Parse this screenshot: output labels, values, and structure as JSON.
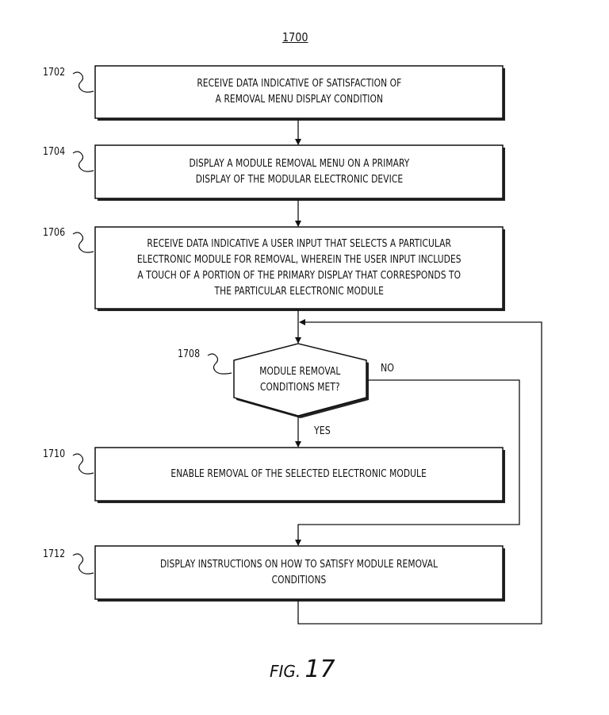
{
  "figure": {
    "number": "1700",
    "caption_prefix": "FIG.",
    "caption_number": "17"
  },
  "steps": {
    "s1702": {
      "ref": "1702",
      "text": "RECEIVE DATA INDICATIVE OF SATISFACTION OF\nA REMOVAL MENU DISPLAY CONDITION"
    },
    "s1704": {
      "ref": "1704",
      "text": "DISPLAY A MODULE REMOVAL MENU ON A PRIMARY\nDISPLAY OF THE MODULAR ELECTRONIC DEVICE"
    },
    "s1706": {
      "ref": "1706",
      "text": "RECEIVE DATA INDICATIVE A USER INPUT THAT SELECTS A PARTICULAR\nELECTRONIC MODULE FOR REMOVAL, WHEREIN THE USER INPUT INCLUDES\nA TOUCH OF A PORTION OF THE PRIMARY DISPLAY THAT CORRESPONDS TO\nTHE PARTICULAR ELECTRONIC MODULE"
    },
    "s1708": {
      "ref": "1708",
      "text": "MODULE REMOVAL\nCONDITIONS MET?"
    },
    "s1710": {
      "ref": "1710",
      "text": "ENABLE REMOVAL OF THE SELECTED ELECTRONIC MODULE"
    },
    "s1712": {
      "ref": "1712",
      "text": "DISPLAY INSTRUCTIONS ON HOW TO SATISFY MODULE REMOVAL CONDITIONS"
    }
  },
  "branches": {
    "yes": "YES",
    "no": "NO"
  }
}
